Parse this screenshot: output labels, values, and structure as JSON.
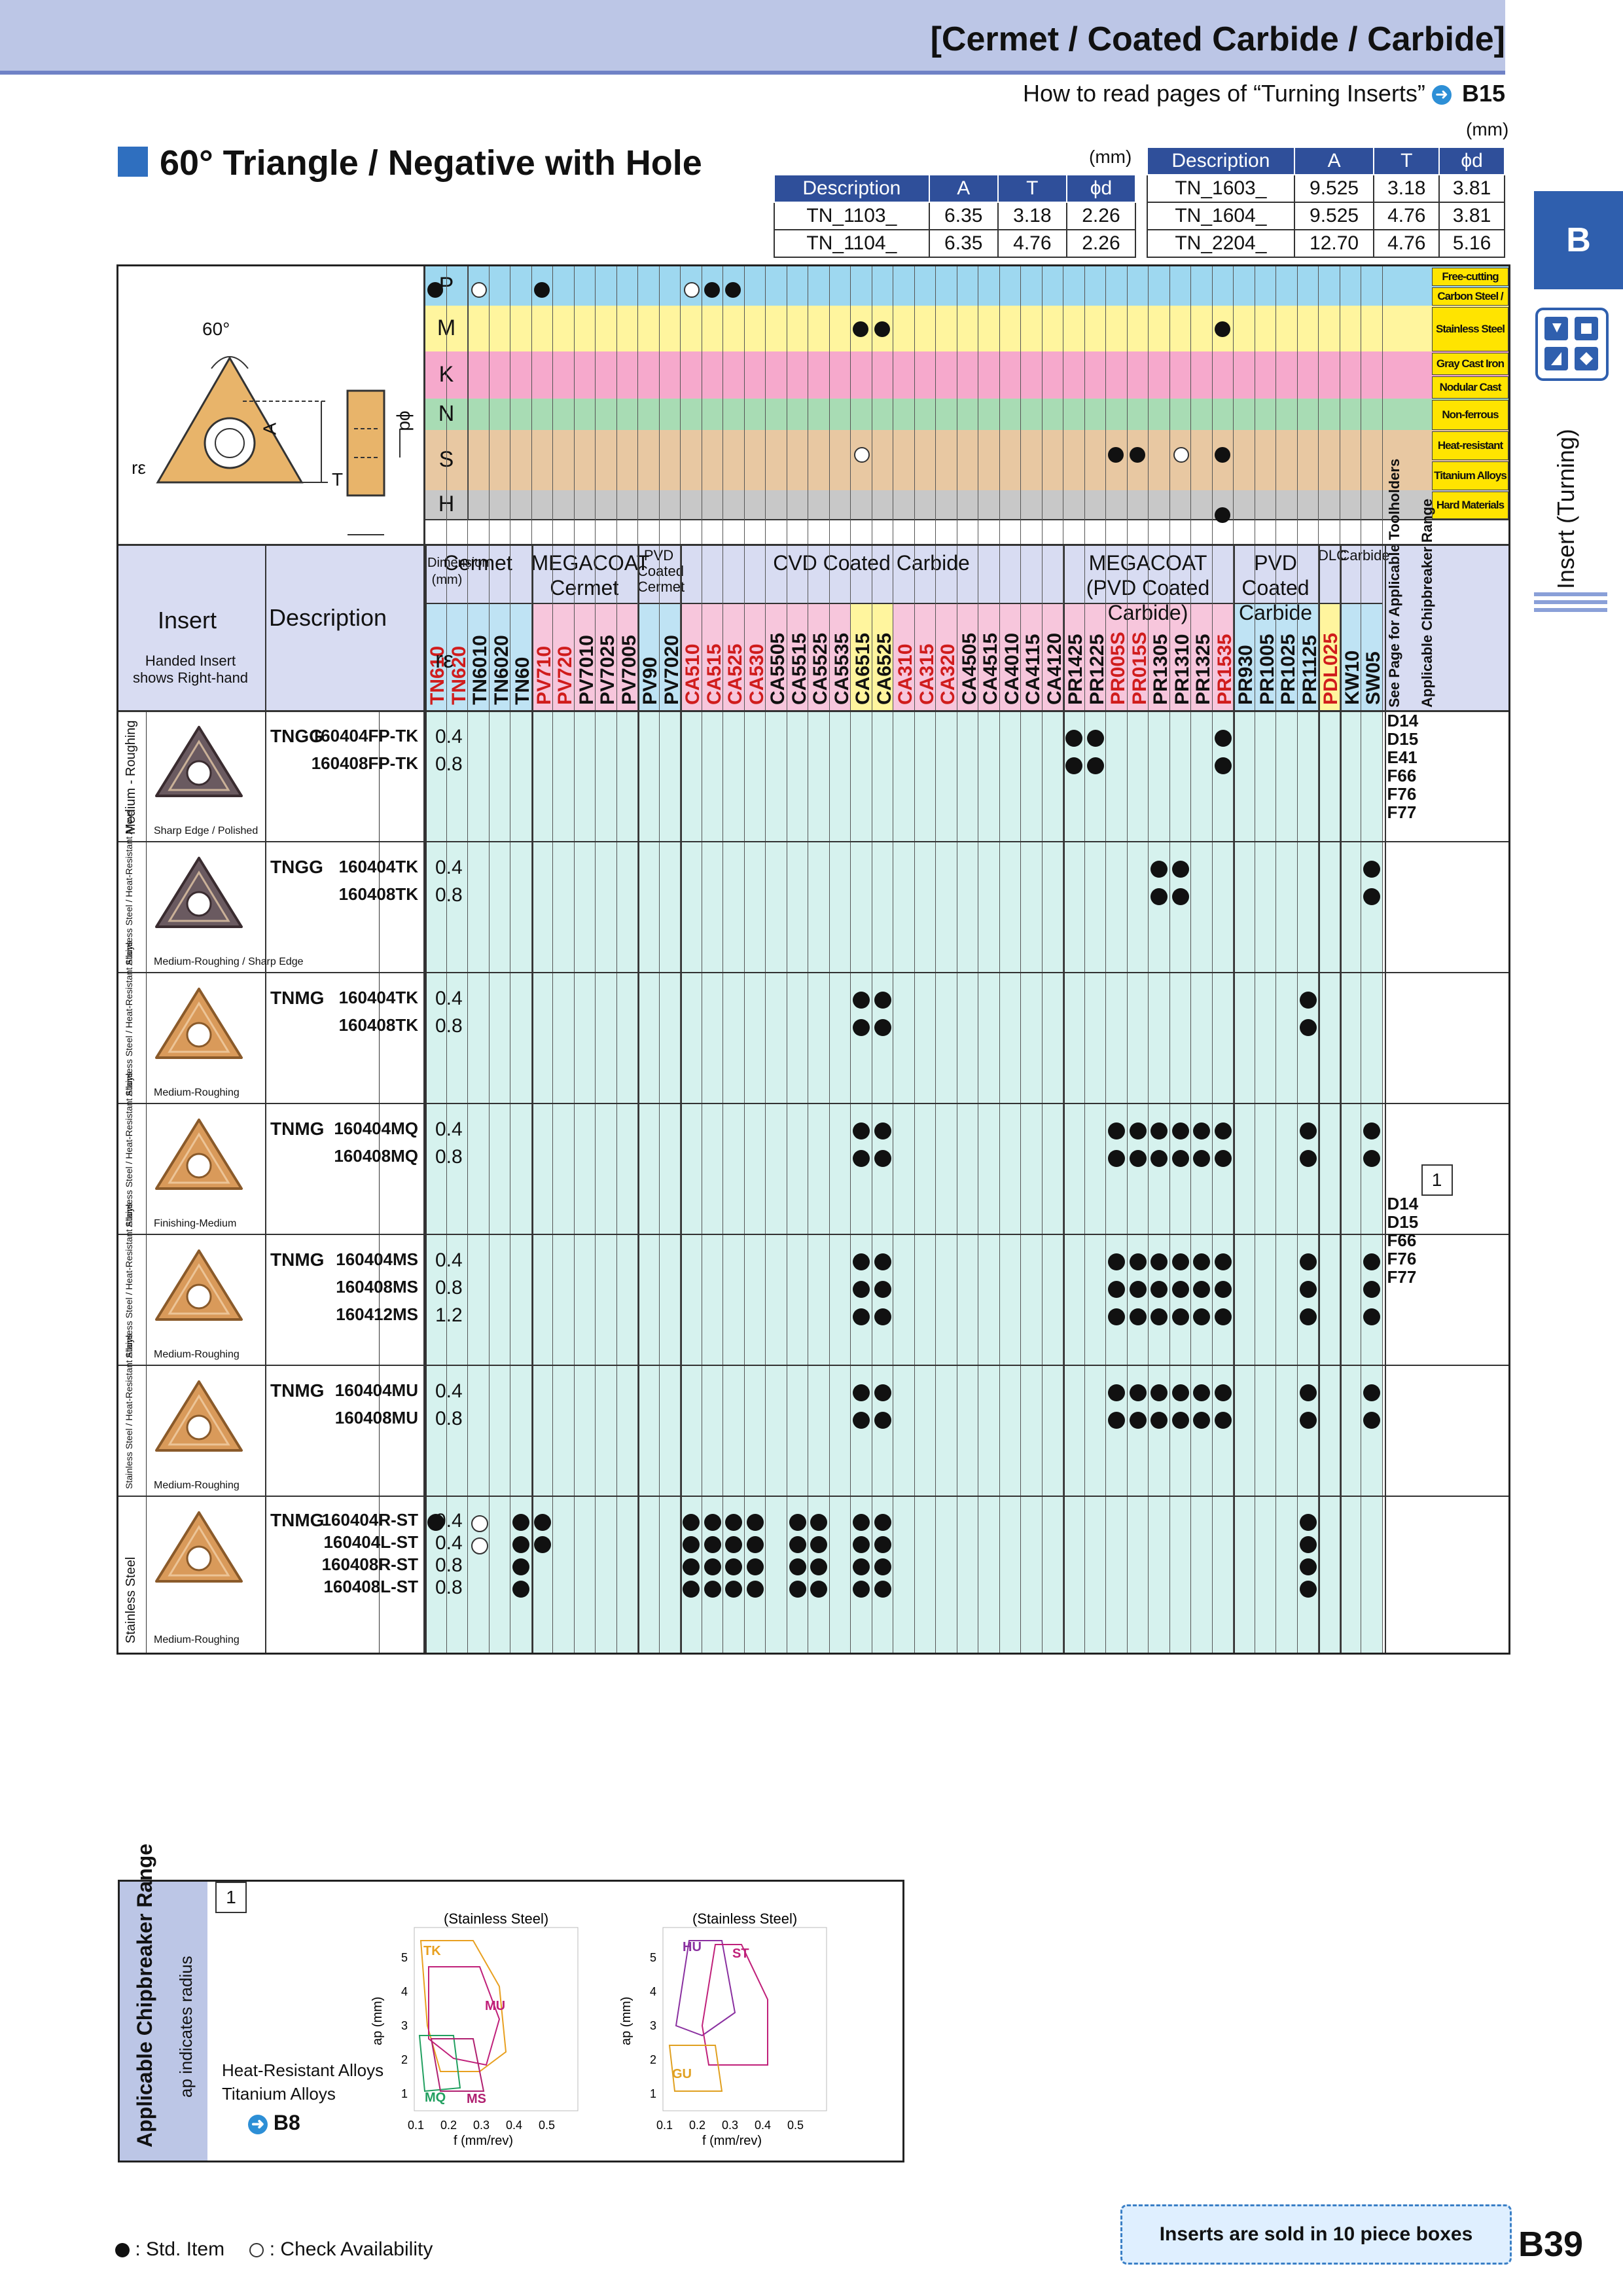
{
  "header": {
    "title": "[Cermet / Coated Carbide / Carbide]",
    "howto": "How to read pages of “Turning Inserts”",
    "howto_page": "B15"
  },
  "side": {
    "tab": "B",
    "vertical": "Insert (Turning)"
  },
  "page_title": "60° Triangle / Negative with Hole",
  "dim_unit": "(mm)",
  "dim_headers": [
    "Description",
    "A",
    "T",
    "ϕd"
  ],
  "dim_left": [
    [
      "TN_1103_",
      "6.35",
      "3.18",
      "2.26"
    ],
    [
      "TN_1104_",
      "6.35",
      "4.76",
      "2.26"
    ]
  ],
  "dim_right": [
    [
      "TN_1603_",
      "9.525",
      "3.18",
      "3.81"
    ],
    [
      "TN_1604_",
      "9.525",
      "4.76",
      "3.81"
    ],
    [
      "TN_2204_",
      "12.70",
      "4.76",
      "5.16"
    ]
  ],
  "drawing": {
    "angle": "60°",
    "A": "A",
    "T": "T",
    "d": "ϕd",
    "re": "rε"
  },
  "materials": [
    {
      "letter": "P",
      "labels": [
        "Free-cutting steel",
        "Carbon Steel / Alloy Steel"
      ],
      "color": "#9ed8f0"
    },
    {
      "letter": "M",
      "labels": [
        "Stainless Steel"
      ],
      "color": "#fff59e"
    },
    {
      "letter": "K",
      "labels": [
        "Gray Cast Iron",
        "Nodular Cast Iron"
      ],
      "color": "#f6a9cc"
    },
    {
      "letter": "N",
      "labels": [
        "Non-ferrous Metals"
      ],
      "color": "#a8dcb4"
    },
    {
      "letter": "S",
      "labels": [
        "Heat-resistant Alloys",
        "Titanium Alloys"
      ],
      "color": "#e8c8a2"
    },
    {
      "letter": "H",
      "labels": [
        "Hard Materials"
      ],
      "color": "#c8c8c8"
    }
  ],
  "col_heads": {
    "insert": "Insert",
    "handed": "Handed Insert shows Right-hand",
    "description": "Description",
    "dimension": "Dimension (mm)",
    "re": "rε",
    "cermet": "Cermet",
    "megacoat_cermet": "MEGACOAT Cermet",
    "pvd_coated_cermet": "PVD Coated Cermet",
    "cvd": "CVD Coated Carbide",
    "megacoat_pvd": "MEGACOAT (PVD Coated Carbide)",
    "pvd_carbide": "PVD Coated Carbide",
    "dlc": "DLC",
    "carbide": "Carbide",
    "see_page": "See Page for Applicable Toolholders",
    "chipbreaker": "Applicable Chipbreaker Range"
  },
  "grades": [
    {
      "name": "TN610",
      "color": "#d01c1c"
    },
    {
      "name": "TN620",
      "color": "#d01c1c"
    },
    {
      "name": "TN6010",
      "color": "#111"
    },
    {
      "name": "TN6020",
      "color": "#111"
    },
    {
      "name": "TN60",
      "color": "#111"
    },
    {
      "name": "PV710",
      "color": "#d01c1c"
    },
    {
      "name": "PV720",
      "color": "#d01c1c"
    },
    {
      "name": "PV7010",
      "color": "#111"
    },
    {
      "name": "PV7025",
      "color": "#111"
    },
    {
      "name": "PV7005",
      "color": "#111"
    },
    {
      "name": "PV90",
      "color": "#111"
    },
    {
      "name": "PV7020",
      "color": "#111"
    },
    {
      "name": "CA510",
      "color": "#d01c1c"
    },
    {
      "name": "CA515",
      "color": "#d01c1c"
    },
    {
      "name": "CA525",
      "color": "#d01c1c"
    },
    {
      "name": "CA530",
      "color": "#d01c1c"
    },
    {
      "name": "CA5505",
      "color": "#111"
    },
    {
      "name": "CA5515",
      "color": "#111"
    },
    {
      "name": "CA5525",
      "color": "#111"
    },
    {
      "name": "CA5535",
      "color": "#111"
    },
    {
      "name": "CA6515",
      "color": "#111"
    },
    {
      "name": "CA6525",
      "color": "#111"
    },
    {
      "name": "CA310",
      "color": "#d01c1c"
    },
    {
      "name": "CA315",
      "color": "#d01c1c"
    },
    {
      "name": "CA320",
      "color": "#d01c1c"
    },
    {
      "name": "CA4505",
      "color": "#111"
    },
    {
      "name": "CA4515",
      "color": "#111"
    },
    {
      "name": "CA4010",
      "color": "#111"
    },
    {
      "name": "CA4115",
      "color": "#111"
    },
    {
      "name": "CA4120",
      "color": "#111"
    },
    {
      "name": "PR1425",
      "color": "#111"
    },
    {
      "name": "PR1225",
      "color": "#111"
    },
    {
      "name": "PR005S",
      "color": "#d01c1c"
    },
    {
      "name": "PR015S",
      "color": "#d01c1c"
    },
    {
      "name": "PR1305",
      "color": "#111"
    },
    {
      "name": "PR1310",
      "color": "#111"
    },
    {
      "name": "PR1325",
      "color": "#111"
    },
    {
      "name": "PR1535",
      "color": "#d01c1c"
    },
    {
      "name": "PR930",
      "color": "#111"
    },
    {
      "name": "PR1005",
      "color": "#111"
    },
    {
      "name": "PR1025",
      "color": "#111"
    },
    {
      "name": "PR1125",
      "color": "#111"
    },
    {
      "name": "PDL025",
      "color": "#d01c1c"
    },
    {
      "name": "KW10",
      "color": "#111"
    },
    {
      "name": "SW05",
      "color": "#111"
    }
  ],
  "rows": [
    {
      "side_label": "Medium - Roughing",
      "chipbreaker": "Sharp Edge / Polished",
      "prefix": "TNGG",
      "codes": [
        "160404FP-TK",
        "160408FP-TK"
      ],
      "re": [
        "0.4",
        "0.8"
      ]
    },
    {
      "side_label": "Stainless Steel / Heat-Resistant Alloys",
      "chipbreaker": "Medium-Roughing / Sharp Edge",
      "prefix": "TNGG",
      "codes": [
        "160404TK",
        "160408TK"
      ],
      "re": [
        "0.4",
        "0.8"
      ]
    },
    {
      "side_label": "Stainless Steel / Heat-Resistant Alloys",
      "chipbreaker": "Medium-Roughing",
      "prefix": "TNMG",
      "codes": [
        "160404TK",
        "160408TK"
      ],
      "re": [
        "0.4",
        "0.8"
      ]
    },
    {
      "side_label": "Stainless Steel / Heat-Resistant Alloys",
      "chipbreaker": "Finishing-Medium",
      "prefix": "TNMG",
      "codes": [
        "160404MQ",
        "160408MQ"
      ],
      "re": [
        "0.4",
        "0.8"
      ]
    },
    {
      "side_label": "Stainless Steel / Heat-Resistant Alloys",
      "chipbreaker": "Medium-Roughing",
      "prefix": "TNMG",
      "codes": [
        "160404MS",
        "160408MS",
        "160412MS"
      ],
      "re": [
        "0.4",
        "0.8",
        "1.2"
      ]
    },
    {
      "side_label": "Stainless Steel / Heat-Resistant Alloys",
      "chipbreaker": "Medium-Roughing",
      "prefix": "TNMG",
      "codes": [
        "160404MU",
        "160408MU"
      ],
      "re": [
        "0.4",
        "0.8"
      ]
    },
    {
      "side_label": "Stainless Steel",
      "chipbreaker": "Medium-Roughing",
      "prefix": "TNMG",
      "codes": [
        "160404R-ST",
        "160404L-ST",
        "160408R-ST",
        "160408L-ST"
      ],
      "re": [
        "0.4",
        "0.4",
        "0.8",
        "0.8"
      ]
    }
  ],
  "pages_a": [
    "D14",
    "D15",
    "E41",
    "F66",
    "F76",
    "F77"
  ],
  "pages_b": [
    "D14",
    "D15",
    "F66",
    "F76",
    "F77"
  ],
  "note_num": "1",
  "chip_box": {
    "side_title": "Applicable Chipbreaker Range",
    "side_sub": "ap indicates radius",
    "num": "1",
    "materials": [
      "Heat-Resistant Alloys",
      "Titanium Alloys"
    ],
    "ref": "B8",
    "chart_a": {
      "title": "(Stainless Steel)",
      "ylabel": "ap (mm)",
      "xlabel": "f (mm/rev)",
      "xticks": [
        "0.1",
        "0.2",
        "0.3",
        "0.4",
        "0.5"
      ],
      "yticks": [
        "1",
        "2",
        "3",
        "4",
        "5"
      ],
      "labels": [
        "TK",
        "MU",
        "MQ",
        "MS"
      ]
    },
    "chart_b": {
      "title": "(Stainless Steel)",
      "ylabel": "ap (mm)",
      "xlabel": "f (mm/rev)",
      "xticks": [
        "0.1",
        "0.2",
        "0.3",
        "0.4",
        "0.5"
      ],
      "yticks": [
        "1",
        "2",
        "3",
        "4",
        "5"
      ],
      "labels": [
        "HU",
        "ST",
        "GU"
      ]
    }
  },
  "legend": {
    "std": ": Std. Item",
    "check": ": Check Availability"
  },
  "sold_note": "Inserts are sold in 10 piece boxes",
  "page_number": "B39"
}
